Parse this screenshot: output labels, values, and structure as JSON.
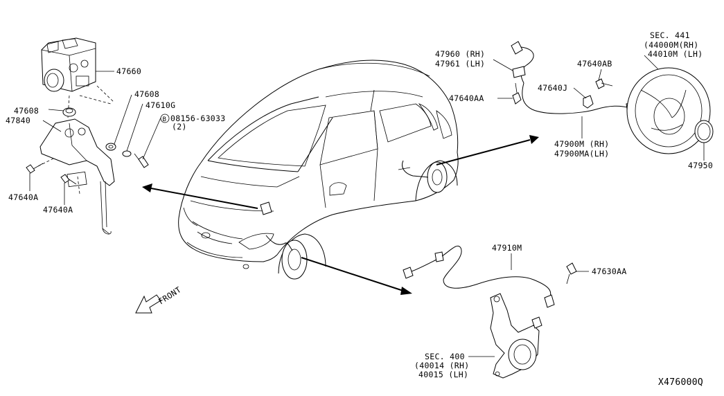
{
  "diagram_id": "X476000Q",
  "front_label": "FRONT",
  "callouts": {
    "p47660": "47660",
    "p47608_a": "47608",
    "p47608_b": "47608",
    "p47610G": "47610G",
    "bolt_ref_symbol": "B",
    "bolt_ref_number": "08156-63033",
    "bolt_ref_qty": "(2)",
    "p47840": "47840",
    "p47640A_a": "47640A",
    "p47640A_b": "47640A",
    "p47960": "47960 (RH)",
    "p47961": "47961 (LH)",
    "p47640AA": "47640AA",
    "p47640J": "47640J",
    "p47640AB": "47640AB",
    "p47900M": "47900M (RH)",
    "p47900MA": "47900MA(LH)",
    "sec441": "SEC. 441",
    "p44000M": "(44000M(RH)",
    "p44010M": "44010M (LH)",
    "p47950": "47950",
    "p47910M": "47910M",
    "p47630AA": "47630AA",
    "sec400": "SEC. 400",
    "p40014": "(40014 (RH)",
    "p40015": "40015 (LH)"
  }
}
